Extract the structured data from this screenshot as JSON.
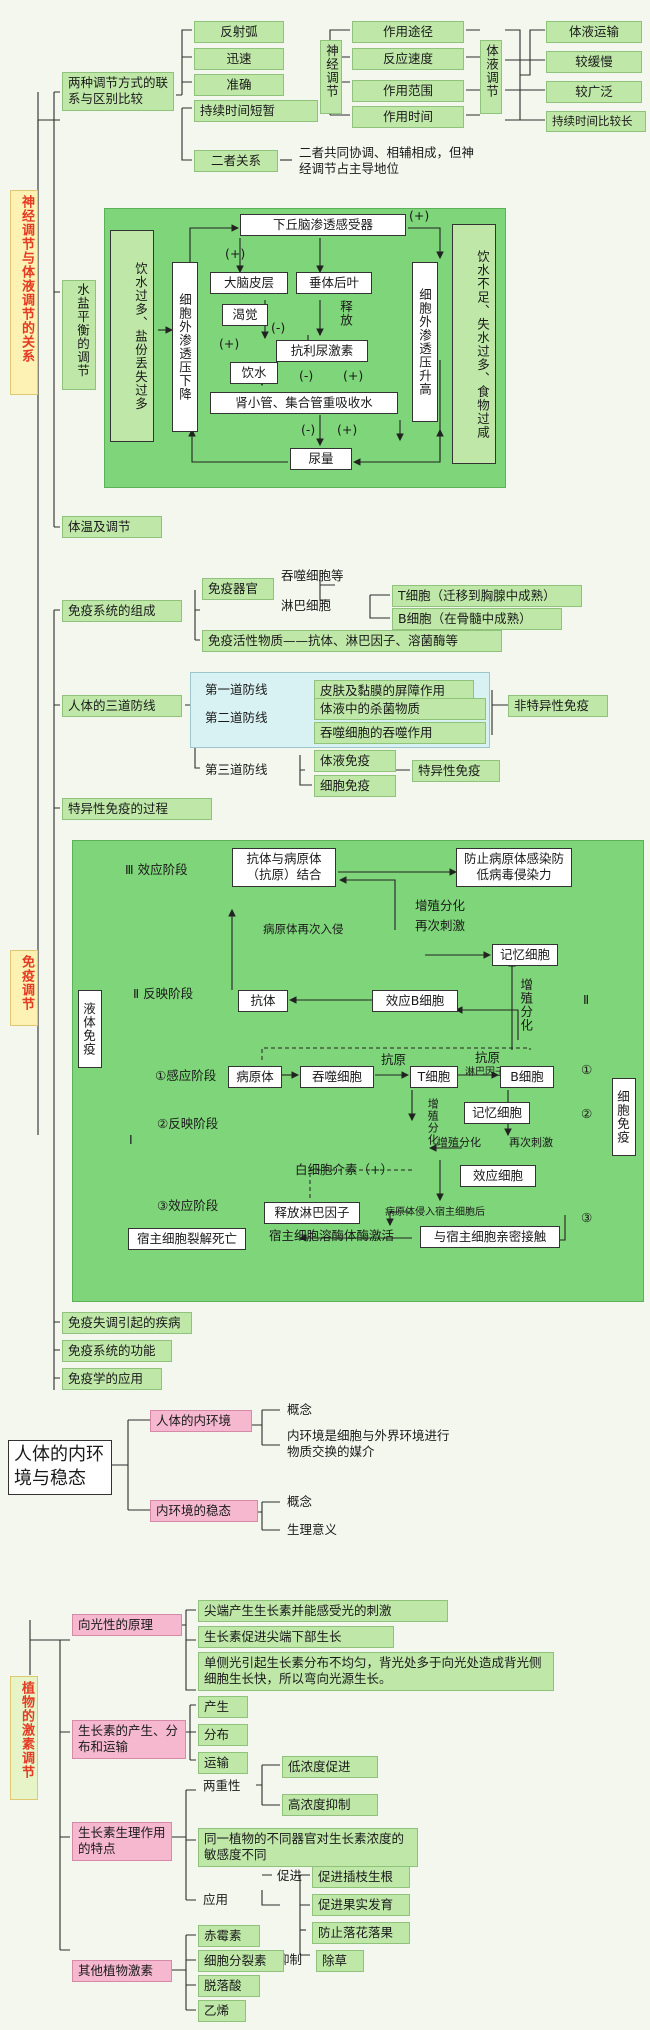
{
  "nerve_humoral": {
    "category": "神经调节与体液调节的关系",
    "compare_title": "两种调节方式的联系与区别比较",
    "compare_items": [
      "反射弧",
      "迅速",
      "准确",
      "持续时间短暂"
    ],
    "nerve_label": "神经调节",
    "aspects": [
      "作用途径",
      "反应速度",
      "作用范围",
      "作用时间"
    ],
    "humoral_label": "体液调节",
    "humoral_items": [
      "体液运输",
      "较缓慢",
      "较广泛",
      "持续时间比较长"
    ],
    "relation_label": "二者关系",
    "relation_text": "二者共同协调、相辅相成，但神经调节占主导地位",
    "water_salt_label": "水盐平衡的调节",
    "water_left": "饮水过多、盐份丢失过多",
    "osm_down": "细胞外渗透压下降",
    "hypothalamus": "下丘脑渗透感受器",
    "cortex": "大脑皮层",
    "pituitary": "垂体后叶",
    "release": "释放",
    "thirst": "渴觉",
    "drink": "饮水",
    "adh": "抗利尿激素",
    "kidney": "肾小管、集合管重吸收水",
    "urine": "尿量",
    "osm_up": "细胞外渗透压升高",
    "water_right": "饮水不足、失水过多、食物过咸",
    "signs": {
      "p1": "(+)",
      "p2": "(+)",
      "m1": "(-)",
      "p3": "(+)",
      "m2": "(-)",
      "p4": "(+)",
      "m3": "(-)",
      "p5": "(+)"
    },
    "temperature": "体温及调节"
  },
  "immunity": {
    "category": "免疫调节",
    "system_title": "免疫系统的组成",
    "organ_label": "免疫器官",
    "phagocyte": "吞噬细胞等",
    "lymphocyte": "淋巴细胞",
    "t_cell": "T细胞（迁移到胸腺中成熟）",
    "b_cell": "B细胞（在骨髓中成熟）",
    "active_substances": "免疫活性物质——抗体、淋巴因子、溶菌酶等",
    "defense_title": "人体的三道防线",
    "line1": "第一道防线",
    "line1_desc": "皮肤及黏膜的屏障作用",
    "line2": "第二道防线",
    "line2_desc1": "体液中的杀菌物质",
    "line2_desc2": "吞噬细胞的吞噬作用",
    "nonspecific": "非特异性免疫",
    "line3": "第三道防线",
    "humoral_immunity": "体液免疫",
    "cellular_immunity": "细胞免疫",
    "specific": "特异性免疫",
    "process_title": "特异性免疫的过程",
    "disorders": "免疫失调引起的疾病",
    "functions": "免疫系统的功能",
    "application": "免疫学的应用"
  },
  "immune_diagram": {
    "stage3_top": "Ⅲ 效应阶段",
    "stage2_mid": "Ⅱ 反映阶段",
    "humoral_v": "液体免疫",
    "stage_I": "Ⅰ",
    "s1": "①感应阶段",
    "s2": "②反映阶段",
    "s3": "③效应阶段",
    "binding": "抗体与病原体（抗原）结合",
    "prevent": "防止病原体感染防低病毒侵染力",
    "reinvade": "病原体再次入侵",
    "prolif1": "增殖分化",
    "restim": "再次刺激",
    "memory1": "记忆细胞",
    "prolif2": "增殖分化",
    "antibody": "抗体",
    "plasma": "效应B细胞",
    "pathogen": "病原体",
    "phago": "吞噬细胞",
    "antigen1": "抗原",
    "tcell": "T细胞",
    "antigen2": "抗原",
    "lymphokine": "淋巴因子",
    "bcell": "B细胞",
    "prolif3": "增殖分化",
    "memory2": "记忆细胞",
    "prolif4": "增殖分化",
    "restim2": "再次刺激",
    "il": "白细胞介素（+）",
    "effector_t": "效应细胞",
    "release_lk": "释放淋巴因子",
    "invade_host": "病原体侵入宿主细胞后",
    "lyso": "宿主细胞溶酶体酶激活",
    "contact": "与宿主细胞亲密接触",
    "death": "宿主细胞裂解死亡",
    "r2": "Ⅱ",
    "c1": "①",
    "c2": "②",
    "c3": "③",
    "cell_imm": "细胞免疫"
  },
  "internal_env": {
    "title": "人体的内环境与稳态",
    "branch1": "人体的内环境",
    "b1_items": [
      "概念",
      "内环境是细胞与外界环境进行物质交换的媒介"
    ],
    "branch2": "内环境的稳态",
    "b2_items": [
      "概念",
      "生理意义"
    ]
  },
  "plant": {
    "category": "植物的激素调节",
    "photo_title": "向光性的原理",
    "photo_items": [
      "尖端产生生长素并能感受光的刺激",
      "生长素促进尖端下部生长",
      "单侧光引起生长素分布不均匀，背光处多于向光处造成背光侧细胞生长快，所以弯向光源生长。"
    ],
    "auxin_title": "生长素的产生、分布和运输",
    "auxin_items": [
      "产生",
      "分布",
      "运输"
    ],
    "feature_title": "生长素生理作用的特点",
    "duality": "两重性",
    "duality_items": [
      "低浓度促进",
      "高浓度抑制"
    ],
    "sensitivity": "同一植物的不同器官对生长素浓度的敏感度不同",
    "application": "应用",
    "promote": "促进",
    "promote_items": [
      "促进插枝生根",
      "促进果实发育",
      "防止落花落果"
    ],
    "inhibit": "抑制",
    "inhibit_item": "除草",
    "other_title": "其他植物激素",
    "other_items": [
      "赤霉素",
      "细胞分裂素",
      "脱落酸",
      "乙烯"
    ]
  }
}
